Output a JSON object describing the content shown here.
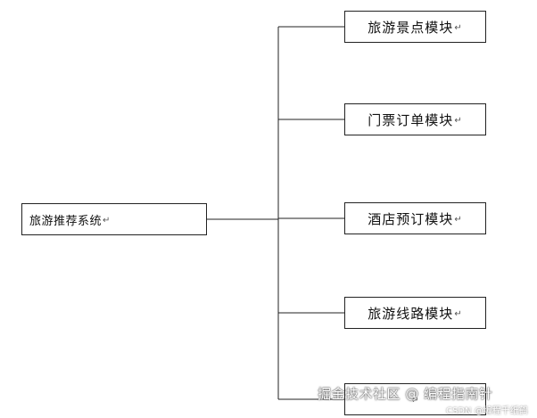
{
  "root": {
    "label": "旅游推荐系统",
    "mark": "↵"
  },
  "modules": [
    {
      "label": "旅游景点模块",
      "mark": "↵"
    },
    {
      "label": "门票订单模块",
      "mark": "↵"
    },
    {
      "label": "酒店预订模块",
      "mark": "↵"
    },
    {
      "label": "旅游线路模块",
      "mark": "↵"
    },
    {
      "label": "",
      "mark": "↵"
    }
  ],
  "watermark": {
    "main": "掘金技术社区 @ 编程指南针",
    "sub": "CSDN @编程千纸鹤"
  },
  "colors": {
    "line": "#222222",
    "box_border": "#222222",
    "background": "#ffffff"
  }
}
